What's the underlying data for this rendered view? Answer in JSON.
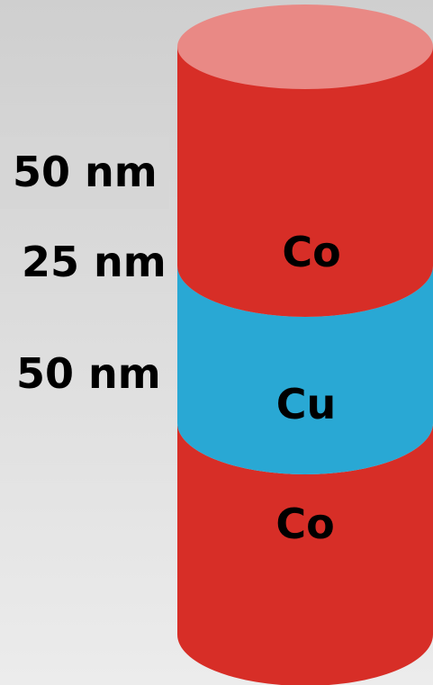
{
  "thickness_labels": {
    "top": "50 nm",
    "middle": "25 nm",
    "bottom": "50 nm"
  },
  "layers": [
    {
      "label": "Co",
      "color": "#d72e27"
    },
    {
      "label": "Cu",
      "color": "#29a8d4"
    },
    {
      "label": "Co",
      "color": "#d72e27"
    }
  ],
  "top_face_color": "#e98985"
}
